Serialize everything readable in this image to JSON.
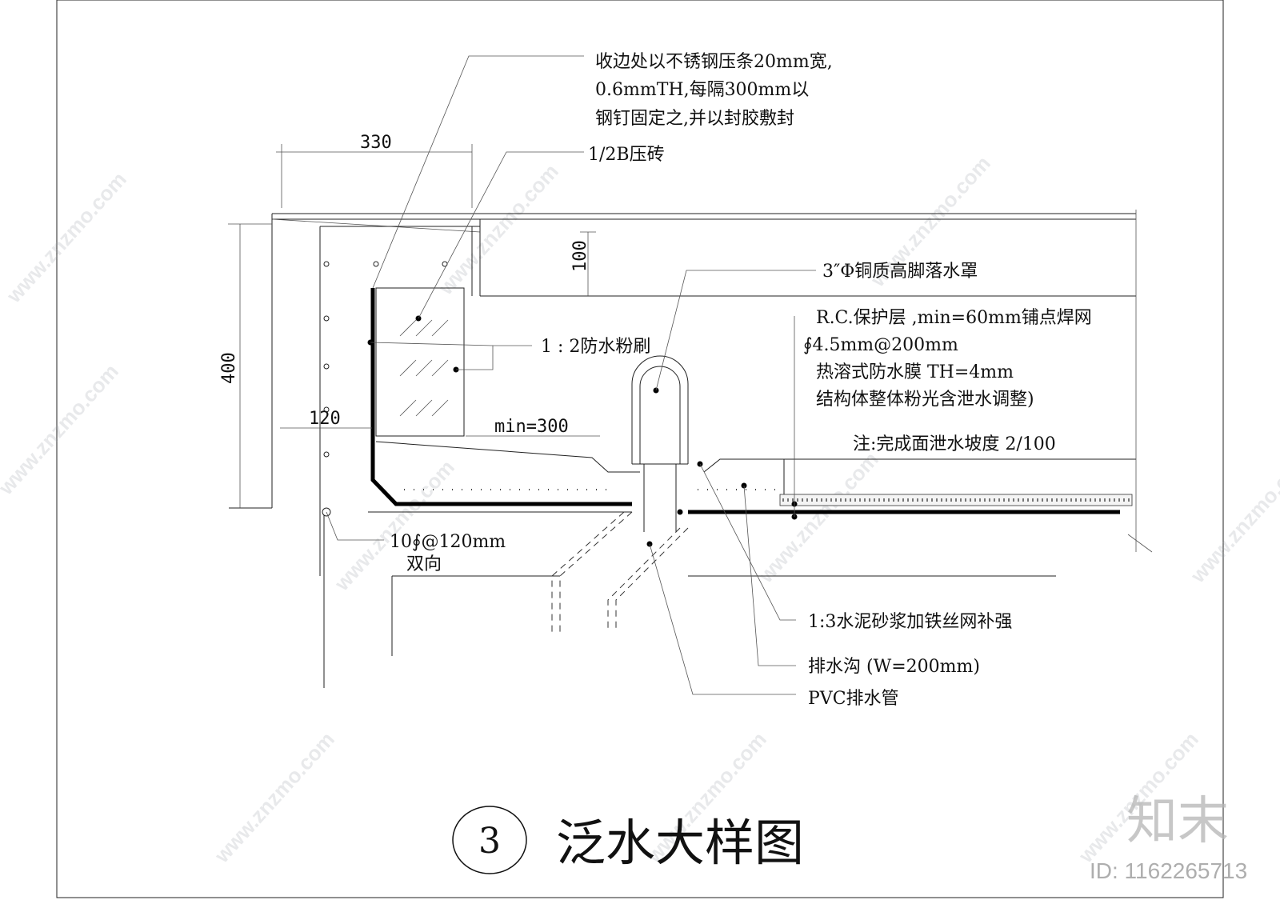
{
  "drawing": {
    "number": "3",
    "title": "泛水大样图",
    "dimensions": {
      "top_width": "330",
      "height": "400",
      "curb": "100",
      "wall": "120",
      "min_extent": "min=300"
    },
    "labels": {
      "edge_note_line1": "收边处以不锈钢压条20mm宽,",
      "edge_note_line2": "0.6mmTH,每隔300mm以",
      "edge_note_line3": "钢钉固定之,并以封胶敷封",
      "brick": "1/2B压砖",
      "plaster": "1 : 2防水粉刷",
      "drain_cover": "3″Φ铜质高脚落水罩",
      "layers_line1": "R.C.保护层 ,min=60mm铺点焊网",
      "layers_line2": "∮4.5mm@200mm",
      "layers_line3": "热溶式防水膜 TH=4mm",
      "layers_line4": "结构体整体粉光含泄水调整)",
      "slope_note": "注:完成面泄水坡度 2/100",
      "rebar_line1": "10∮@120mm",
      "rebar_line2": "双向",
      "mortar": "1:3水泥砂浆加铁丝网补强",
      "gutter": "排水沟 (W=200mm)",
      "pipe": "PVC排水管"
    }
  },
  "watermark": {
    "site": "www.znzmo.com",
    "brand": "知末",
    "id_text": "ID: 1162265713"
  },
  "colors": {
    "line": "#222222",
    "heavy_line": "#000000",
    "watermark": "#9aa0a6"
  }
}
